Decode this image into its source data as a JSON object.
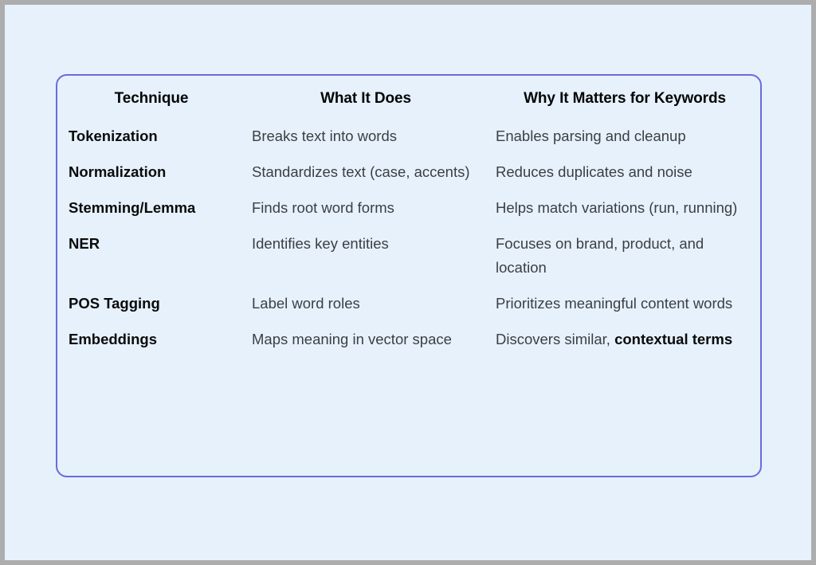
{
  "canvas": {
    "background_color": "#e6f1fc",
    "frame_color": "#adadad"
  },
  "card": {
    "border_color": "#6a6ade",
    "corner_radius": "14px"
  },
  "table": {
    "headers": [
      "Technique",
      "What It Does",
      "Why It Matters for Keywords"
    ],
    "rows": [
      {
        "technique": "Tokenization",
        "what_it_does": "Breaks text into words",
        "why_it_matters_plain": "Enables parsing and cleanup",
        "why_it_matters_bold": ""
      },
      {
        "technique": "Normalization",
        "what_it_does": "Standardizes text (case, accents)",
        "why_it_matters_plain": "Reduces duplicates and noise",
        "why_it_matters_bold": ""
      },
      {
        "technique": "Stemming/Lemma",
        "what_it_does": "Finds root word forms",
        "why_it_matters_plain": "Helps match variations (run, running)",
        "why_it_matters_bold": ""
      },
      {
        "technique": "NER",
        "what_it_does": "Identifies key entities",
        "why_it_matters_plain": "Focuses on brand, product, and location",
        "why_it_matters_bold": ""
      },
      {
        "technique": "POS Tagging",
        "what_it_does": "Label word roles",
        "why_it_matters_plain": "Prioritizes meaningful content words",
        "why_it_matters_bold": ""
      },
      {
        "technique": "Embeddings",
        "what_it_does": "Maps meaning in vector space",
        "why_it_matters_plain": "Discovers similar, ",
        "why_it_matters_bold": "contextual terms"
      }
    ]
  }
}
